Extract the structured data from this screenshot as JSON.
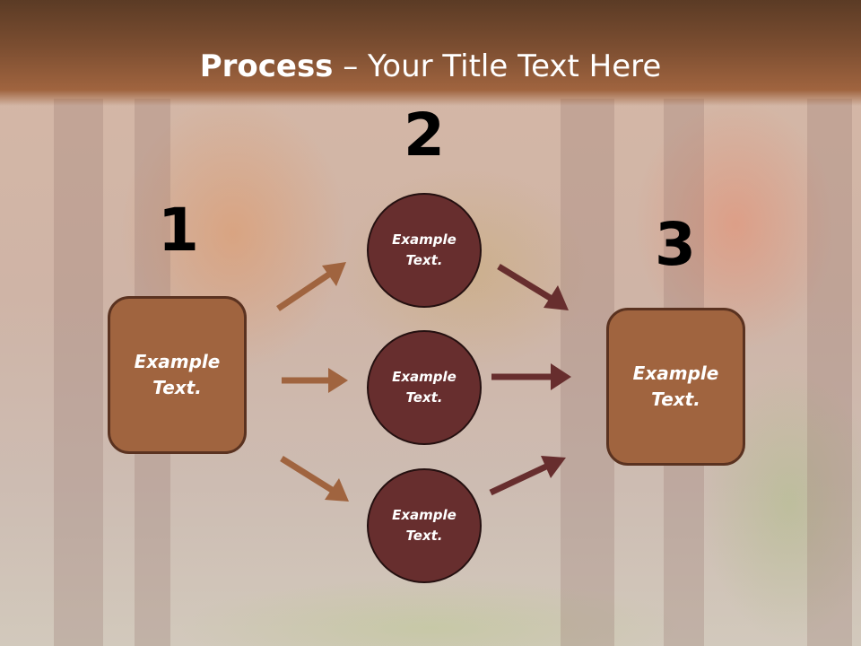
{
  "title": {
    "bold": "Process",
    "rest": " – Your Title Text Here"
  },
  "numbers": [
    "1",
    "2",
    "3"
  ],
  "left_box": {
    "text": "Example Text."
  },
  "right_box": {
    "text": "Example Text."
  },
  "circles": [
    {
      "text": "Example Text."
    },
    {
      "text": "Example Text."
    },
    {
      "text": "Example Text."
    }
  ],
  "colors": {
    "header": "#8a5536",
    "box_fill": "#a0643f",
    "circle_fill": "#672e2e",
    "left_arrows": "#a0643f",
    "right_arrows": "#672e2e"
  }
}
